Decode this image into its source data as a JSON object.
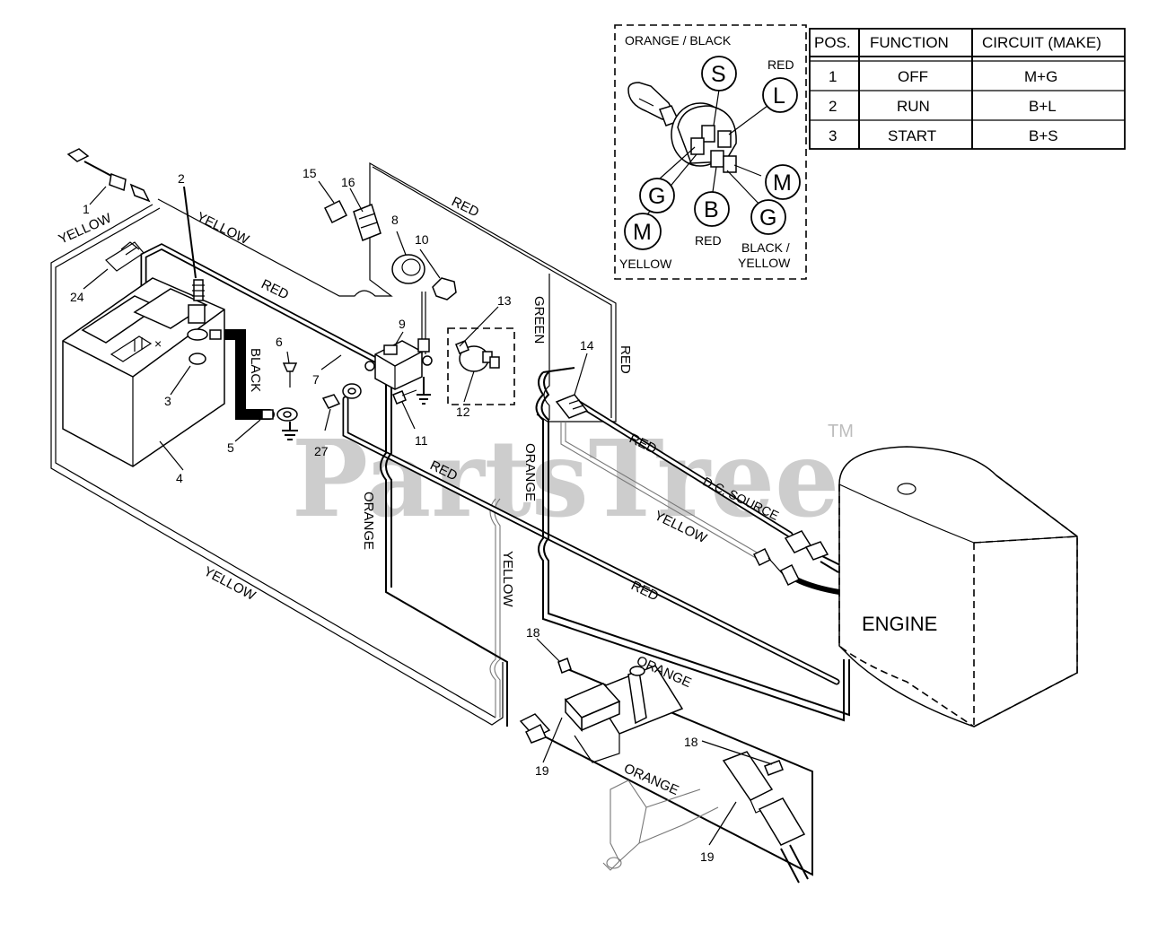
{
  "watermark": {
    "text": "PartsTree",
    "tm": "TM"
  },
  "wire_labels": {
    "yellow_1": "YELLOW",
    "yellow_2": "YELLOW",
    "yellow_3": "YELLOW",
    "yellow_4": "YELLOW",
    "yellow_5": "YELLOW",
    "red_top": "RED",
    "red_batt": "RED",
    "red_right": "RED",
    "red_mid": "RED",
    "red_engine": "RED",
    "red_lower": "RED",
    "black": "BLACK",
    "green": "GREEN",
    "orange_1": "ORANGE",
    "orange_2": "ORANGE",
    "orange_3": "ORANGE",
    "orange_4": "ORANGE",
    "dc_source": "D.C. SOURCE",
    "engine": "ENGINE"
  },
  "part_numbers": {
    "p1": "1",
    "p2": "2",
    "p3": "3",
    "p4": "4",
    "p5": "5",
    "p6": "6",
    "p7": "7",
    "p8": "8",
    "p9": "9",
    "p10": "10",
    "p11": "11",
    "p12": "12",
    "p13": "13",
    "p14": "14",
    "p15": "15",
    "p16": "16",
    "p18a": "18",
    "p18b": "18",
    "p19a": "19",
    "p19b": "19",
    "p24": "24",
    "p27": "27"
  },
  "ignition_inset": {
    "label_orange_black": "ORANGE / BLACK",
    "label_red_top": "RED",
    "label_red_bottom": "RED",
    "label_yellow": "YELLOW",
    "label_black_yellow_1": "BLACK /",
    "label_black_yellow_2": "YELLOW",
    "terminal_s": "S",
    "terminal_l": "L",
    "terminal_g1": "G",
    "terminal_m1": "M",
    "terminal_b": "B",
    "terminal_m2": "M",
    "terminal_g2": "G"
  },
  "switch_table": {
    "headers": [
      "POS.",
      "FUNCTION",
      "CIRCUIT  (MAKE)"
    ],
    "rows": [
      [
        "1",
        "OFF",
        "M+G"
      ],
      [
        "2",
        "RUN",
        "B+L"
      ],
      [
        "3",
        "START",
        "B+S"
      ]
    ]
  },
  "colors": {
    "ink": "#000000",
    "watermark": "#bdbdbd",
    "background": "#ffffff"
  }
}
